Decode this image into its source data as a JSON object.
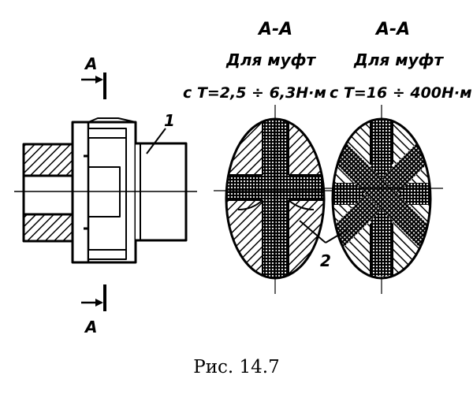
{
  "figure": {
    "caption": "Рис. 14.7",
    "section_marker": "A",
    "part_label_1": "1",
    "part_label_2": "2",
    "section_left": {
      "title": "А-А",
      "line1": "Для муфт",
      "line2": "с Т=2,5 ÷ 6,3Н·м"
    },
    "section_right": {
      "title": "А-А",
      "line1": "Для муфт",
      "line2": "с Т=16 ÷ 400Н·м"
    }
  },
  "colors": {
    "ink": "#000000",
    "paper": "#ffffff"
  }
}
